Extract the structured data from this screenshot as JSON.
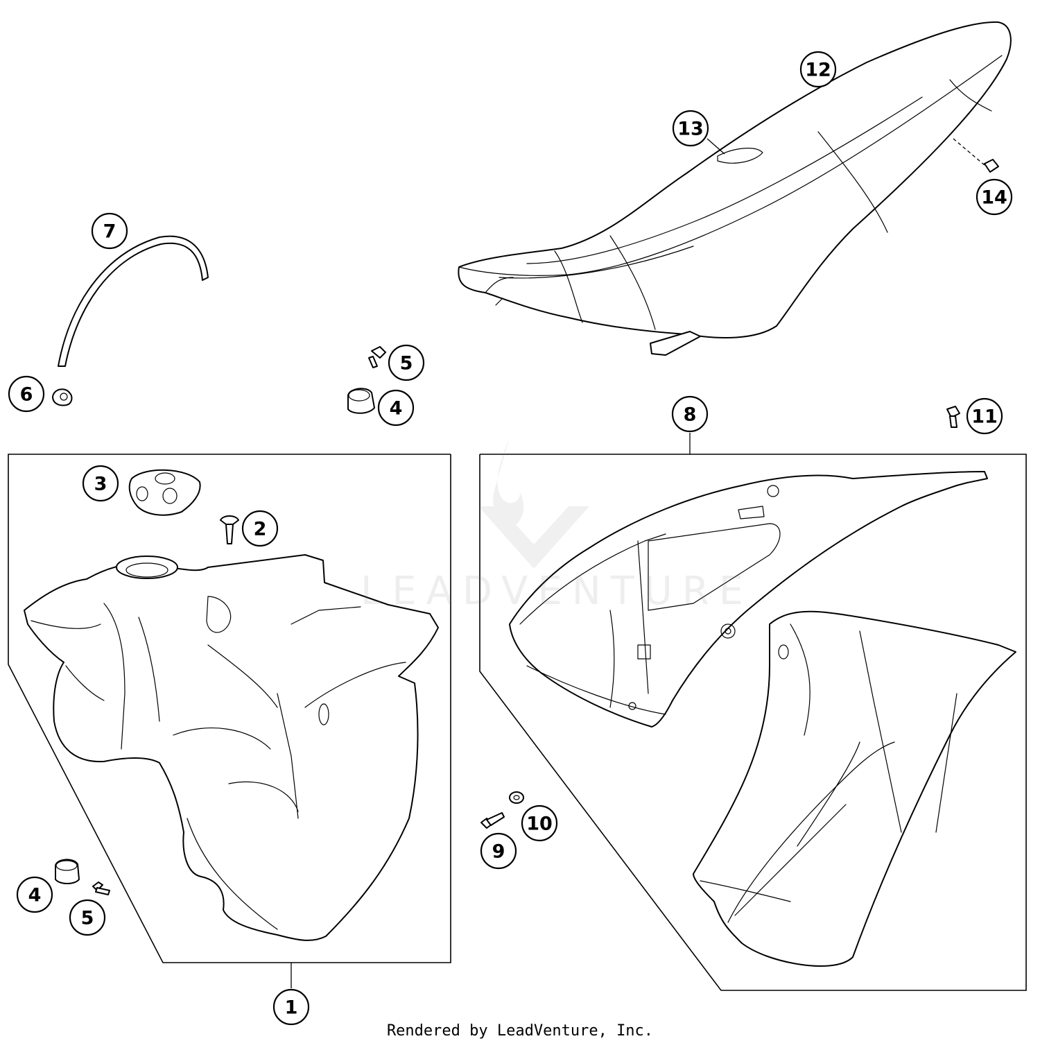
{
  "callouts": {
    "c1": "1",
    "c2": "2",
    "c3": "3",
    "c4a": "4",
    "c4b": "4",
    "c5a": "5",
    "c5b": "5",
    "c6": "6",
    "c7": "7",
    "c8": "8",
    "c9": "9",
    "c10": "10",
    "c11": "11",
    "c12": "12",
    "c13": "13",
    "c14": "14"
  },
  "credit": "Rendered by LeadVenture, Inc.",
  "watermark": "LEADVENTURE"
}
